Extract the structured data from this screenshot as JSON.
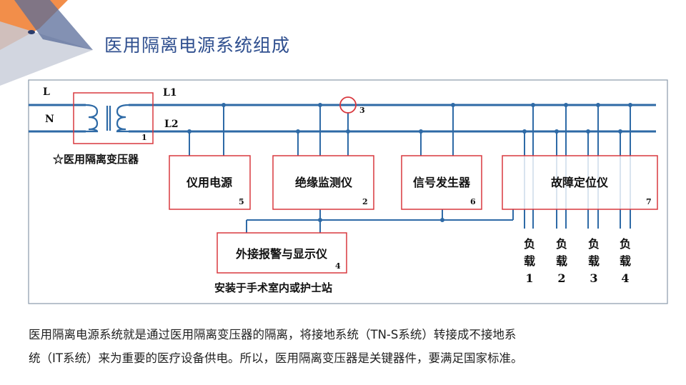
{
  "title": "医用隔离电源系统组成",
  "wires": {
    "l": "L",
    "n": "N",
    "l1": "L1",
    "l2": "L2"
  },
  "transformer": {
    "label": "☆医用隔离变压器",
    "num": "1"
  },
  "boxes": [
    {
      "id": "instrument-power",
      "label": "仪用电源",
      "num": "5"
    },
    {
      "id": "insulation-monitor",
      "label": "绝缘监测仪",
      "num": "2"
    },
    {
      "id": "signal-generator",
      "label": "信号发生器",
      "num": "6"
    },
    {
      "id": "fault-locator",
      "label": "故障定位仪",
      "num": "7"
    },
    {
      "id": "external-alarm",
      "label": "外接报警与显示仪",
      "num": "4"
    }
  ],
  "sensor_num": "3",
  "install_note": "安装于手术室内或护士站",
  "loads": [
    {
      "line1": "负",
      "line2": "载",
      "num": "1"
    },
    {
      "line1": "负",
      "line2": "载",
      "num": "2"
    },
    {
      "line1": "负",
      "line2": "载",
      "num": "3"
    },
    {
      "line1": "负",
      "line2": "载",
      "num": "4"
    }
  ],
  "caption": {
    "line1": "医用隔离电源系统就是通过医用隔离变压器的隔离，将接地系统（TN-S系统）转接成不接地系",
    "line2": "统（IT系统）来为重要的医疗设备供电。所以，医用隔离变压器是关键器件，要满足国家标准。"
  },
  "colors": {
    "wire": "#2e6aa6",
    "box": "#d9383e",
    "title": "#2f4f8f",
    "frame": "#8a9aaa"
  }
}
